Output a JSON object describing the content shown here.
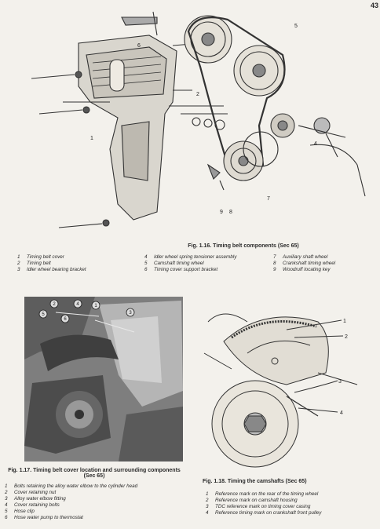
{
  "page_number": "43",
  "fig116": {
    "caption": "Fig. 1.16. Timing belt components (Sec  65)",
    "callouts": [
      "1",
      "2",
      "5",
      "6",
      "7",
      "8",
      "9",
      "4"
    ],
    "legend": [
      {
        "num": "1",
        "text": "Timing belt cover"
      },
      {
        "num": "2",
        "text": "Timing belt"
      },
      {
        "num": "3",
        "text": "Idler wheel bearing bracket"
      },
      {
        "num": "4",
        "text": "Idler wheel spring tensioner assembly"
      },
      {
        "num": "5",
        "text": "Camshaft timing wheel"
      },
      {
        "num": "6",
        "text": "Timing cover support bracket"
      },
      {
        "num": "7",
        "text": "Auxiliary shaft wheel"
      },
      {
        "num": "8",
        "text": "Crankshaft timing wheel"
      },
      {
        "num": "9",
        "text": "Woodruff locating key"
      }
    ]
  },
  "fig117": {
    "caption_line1": "Fig. 1.17. Timing belt cover location and surrounding components",
    "caption_line2": "(Sec  65)",
    "callouts": [
      "2",
      "4",
      "1",
      "3",
      "5",
      "6"
    ],
    "legend": [
      {
        "num": "1",
        "text": "Bolts retaining the alloy water elbow to the cylinder head"
      },
      {
        "num": "2",
        "text": "Cover retaining nut"
      },
      {
        "num": "3",
        "text": "Alloy water elbow fitting"
      },
      {
        "num": "4",
        "text": "Cover retaining bolts"
      },
      {
        "num": "5",
        "text": "Hose clip"
      },
      {
        "num": "6",
        "text": "Hose water pump to thermostat"
      }
    ]
  },
  "fig118": {
    "caption": "Fig. 1.18. Timing the camshafts (Sec  65)",
    "callouts": [
      "1",
      "2",
      "3",
      "4"
    ],
    "legend": [
      {
        "num": "1",
        "text": "Reference mark on the rear of the timing wheel"
      },
      {
        "num": "2",
        "text": "Reference mark on camshaft housing"
      },
      {
        "num": "3",
        "text": "TDC reference mark on timing cover casing"
      },
      {
        "num": "4",
        "text": "Reference timing mark on crankshaft front pulley"
      }
    ]
  }
}
